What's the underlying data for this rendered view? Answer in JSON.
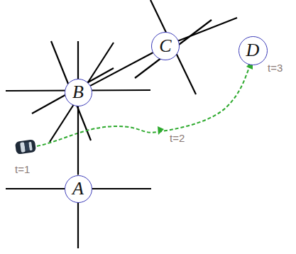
{
  "diagram": {
    "nodes": [
      {
        "text": [
          "C"
        ]
      },
      {
        "text": [
          "D"
        ]
      },
      {
        "text": [
          "B"
        ]
      },
      {
        "text": [
          "A"
        ]
      }
    ],
    "edges": [
      {
        "from": 2,
        "to": 0,
        "arrow": "none"
      },
      {
        "from": 2,
        "to": 3,
        "arrow": "none"
      }
    ],
    "labels": [
      "t=1",
      "t=2",
      "t=3"
    ]
  }
}
